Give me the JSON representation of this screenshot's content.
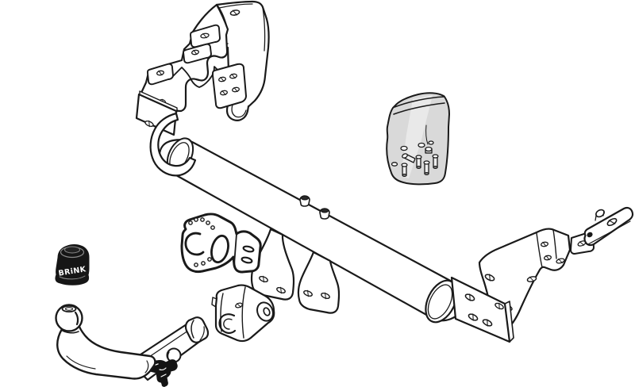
{
  "figure": {
    "background_color": "#ffffff",
    "line_color": "#1a1a1a",
    "brand_label": "BRiNK",
    "brand_label_color": "#ffffff",
    "ball_cover_color": "#161616",
    "bag_fill_color": "#d9d9d9",
    "parts": [
      {
        "id": "left-mounting-bracket"
      },
      {
        "id": "crossbar-tube"
      },
      {
        "id": "weld-nuts"
      },
      {
        "id": "center-mounting-tabs"
      },
      {
        "id": "fittings-bag"
      },
      {
        "id": "socket-mounting-plate"
      },
      {
        "id": "receiver-housing"
      },
      {
        "id": "right-mounting-bracket"
      },
      {
        "id": "towball-cover-cap"
      },
      {
        "id": "detachable-swan-neck"
      }
    ]
  }
}
